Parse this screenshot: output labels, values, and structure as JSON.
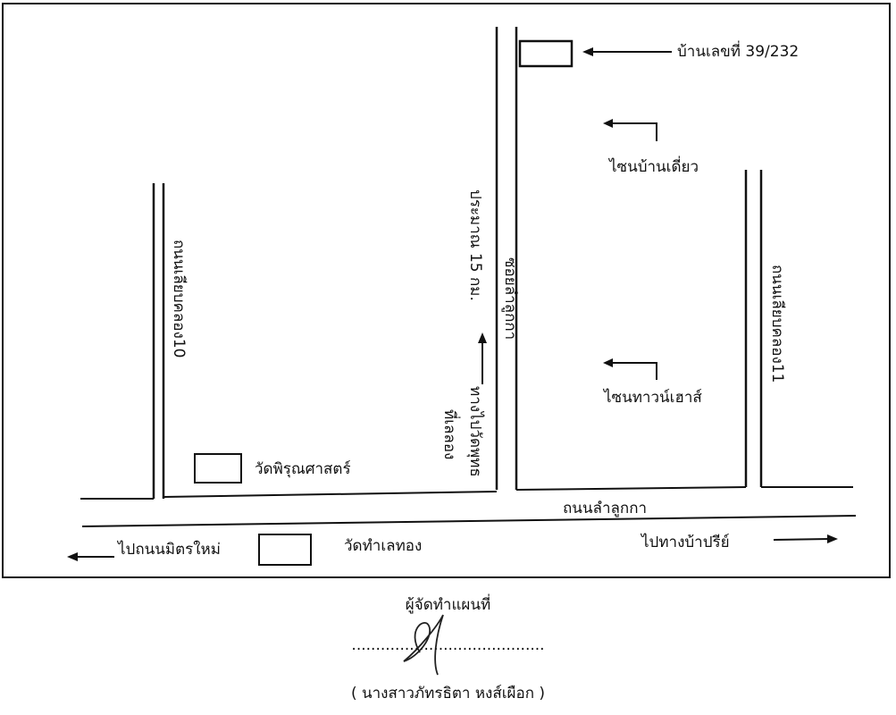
{
  "map": {
    "house_number_label": "บ้านเลขที่ 39/232",
    "alley_banlieo": "ไซนบ้านเดี่ยว",
    "alley_townhouse": "ไซนทาวน์เฮาส์",
    "road_left": "ถนนเลียบคลอง10",
    "road_soi": "ซอยลำลูกกา",
    "road_right": "ถนนเลียบคลอง11",
    "distance_note": "ประมาณ 15 กม.",
    "arrow_to_label": "ทางไปวัดพุทธ",
    "arrow_to_label_2": "ที่เลลอง",
    "temple_left": "วัดพิรุณศาสตร์",
    "main_road": "ถนนลำลูกกา",
    "temple_bottom": "วัดทำเลทอง",
    "to_left": "ไปถนนมิตรใหม่",
    "to_right": "ไปทางบ้าปรีย์"
  },
  "signature": {
    "title": "ผู้จัดทำแผนที่",
    "dots": "........................................",
    "name": "( นางสาวภัทรธิตา หงส์เผือก )"
  }
}
